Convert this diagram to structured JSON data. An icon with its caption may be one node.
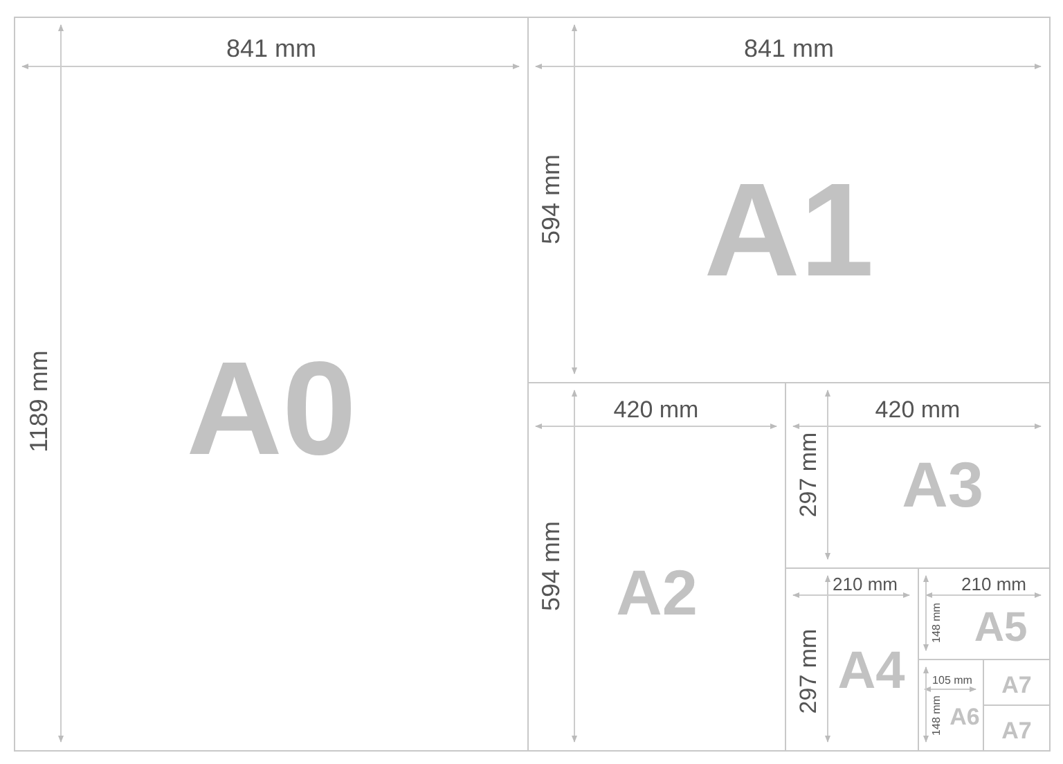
{
  "diagram": {
    "nodes": [
      {
        "text": [
          "A0"
        ]
      },
      {
        "text": [
          "A1"
        ]
      },
      {
        "text": [
          "A2"
        ]
      },
      {
        "text": [
          "A3"
        ]
      },
      {
        "text": [
          "A4"
        ]
      },
      {
        "text": [
          "A5"
        ]
      },
      {
        "text": [
          "A6"
        ]
      },
      {
        "text": [
          "A7"
        ]
      },
      {
        "text": [
          "A7"
        ]
      }
    ],
    "labels": [
      "841 mm",
      "841 mm",
      "594 mm",
      "1189 mm",
      "420 mm",
      "420 mm",
      "297 mm",
      "594 mm",
      "210 mm",
      "210 mm",
      "148 mm",
      "297 mm",
      "105 mm",
      "148 mm"
    ]
  }
}
